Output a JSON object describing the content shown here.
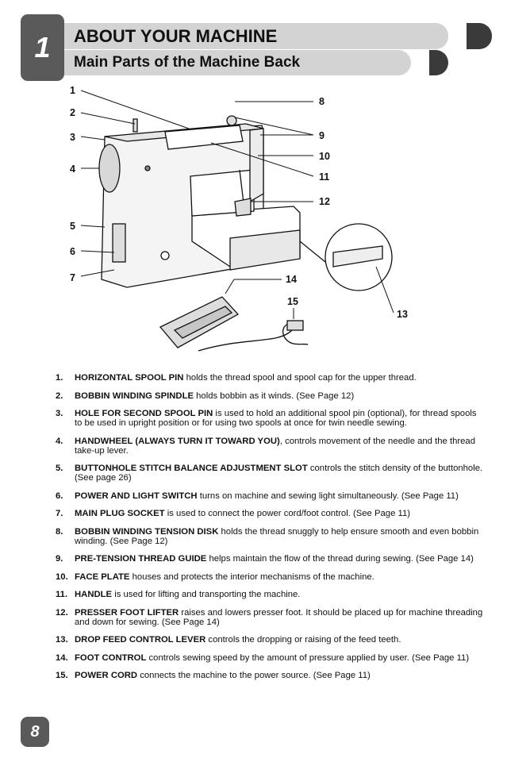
{
  "chapter": {
    "number": "1"
  },
  "header": {
    "title": "ABOUT YOUR MACHINE",
    "subtitle": "Main Parts of the Machine Back"
  },
  "figure": {
    "callouts": [
      "1",
      "2",
      "3",
      "4",
      "5",
      "6",
      "7",
      "8",
      "9",
      "10",
      "11",
      "12",
      "13",
      "14",
      "15"
    ]
  },
  "parts": [
    {
      "num": "1.",
      "name": "HORIZONTAL SPOOL PIN",
      "desc": " holds the thread spool and spool cap for the upper thread."
    },
    {
      "num": "2.",
      "name": "BOBBIN WINDING SPINDLE",
      "desc": " holds bobbin as it winds. (See Page 12)"
    },
    {
      "num": "3.",
      "name": "HOLE FOR SECOND SPOOL PIN",
      "desc": " is used to hold an additional spool pin (optional), for thread spools to be used in upright position or for using two spools at once for twin needle sewing."
    },
    {
      "num": "4.",
      "name": "HANDWHEEL (ALWAYS TURN IT TOWARD YOU)",
      "desc": ", controls movement of the needle and the thread take-up lever."
    },
    {
      "num": "5.",
      "name": "BUTTONHOLE STITCH BALANCE ADJUSTMENT SLOT",
      "desc": " controls the stitch density of the buttonhole. (See page 26)"
    },
    {
      "num": "6.",
      "name": "POWER AND LIGHT SWITCH",
      "desc": " turns on machine and sewing light simultaneously. (See Page 11)"
    },
    {
      "num": "7.",
      "name": "MAIN PLUG SOCKET",
      "desc": " is used to connect the power cord/foot control. (See Page 11)"
    },
    {
      "num": "8.",
      "name": "BOBBIN WINDING TENSION DISK",
      "desc": " holds the thread snuggly to help ensure smooth and even bobbin winding. (See Page 12)"
    },
    {
      "num": "9.",
      "name": "PRE-TENSION THREAD GUIDE",
      "desc": " helps maintain the flow of the thread during sewing. (See Page 14)"
    },
    {
      "num": "10.",
      "name": "FACE PLATE",
      "desc": " houses and protects the interior mechanisms of the machine."
    },
    {
      "num": "11.",
      "name": "HANDLE",
      "desc": " is used for lifting and transporting the machine."
    },
    {
      "num": "12.",
      "name": "PRESSER FOOT LIFTER",
      "desc": " raises and lowers presser foot. It should be placed up for machine threading and down for sewing. (See Page 14)"
    },
    {
      "num": "13.",
      "name": "DROP FEED CONTROL LEVER",
      "desc": " controls the dropping or raising of the feed teeth."
    },
    {
      "num": "14.",
      "name": "FOOT CONTROL",
      "desc": " controls sewing speed by the amount of pressure applied by user. (See Page 11)"
    },
    {
      "num": "15.",
      "name": "POWER CORD",
      "desc": " connects the machine to the power source. (See Page 11)"
    }
  ],
  "footer": {
    "page_number": "8"
  }
}
